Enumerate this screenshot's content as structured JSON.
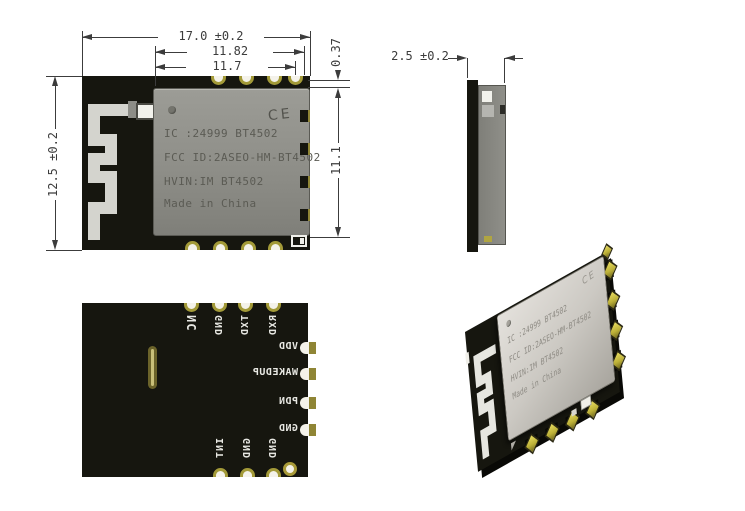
{
  "drawing": {
    "type": "module mechanical drawing",
    "module": "BT4502 Bluetooth module"
  },
  "dimensions": {
    "width_total": "17.0 ±0.2",
    "width_shield": "11.82",
    "width_inner": "11.7",
    "pad_offset": "0.37",
    "shield_height": "11.1",
    "height_total": "12.5 ±0.2",
    "thickness": "2.5 ±0.2"
  },
  "shield": {
    "line1": "IC :24999 BT4502",
    "line2": "FCC ID:2ASEO-HM-BT4502",
    "line3": "HVIN:IM BT4502",
    "line4": "Made in China",
    "ce_mark": "CE"
  },
  "bottom_view": {
    "pins_top": [
      "NC",
      "GND",
      "TXD",
      "RXD"
    ],
    "pins_right": [
      "VDD",
      "WAKEDUP",
      "PDN",
      "GND"
    ],
    "pins_bottom": [
      "INT",
      "GND",
      "GND"
    ]
  },
  "colors": {
    "pcb": "#16160f",
    "shield_top": "#8e8e88",
    "shield_3d": "#ccc9c3",
    "antenna_trace": "#d4d4ce",
    "pad_gold": "#a39a38",
    "pin_gold_bright": "#cfc342",
    "dimension_lines": "#3c3c3c",
    "silkscreen": "#e8e8e3"
  }
}
